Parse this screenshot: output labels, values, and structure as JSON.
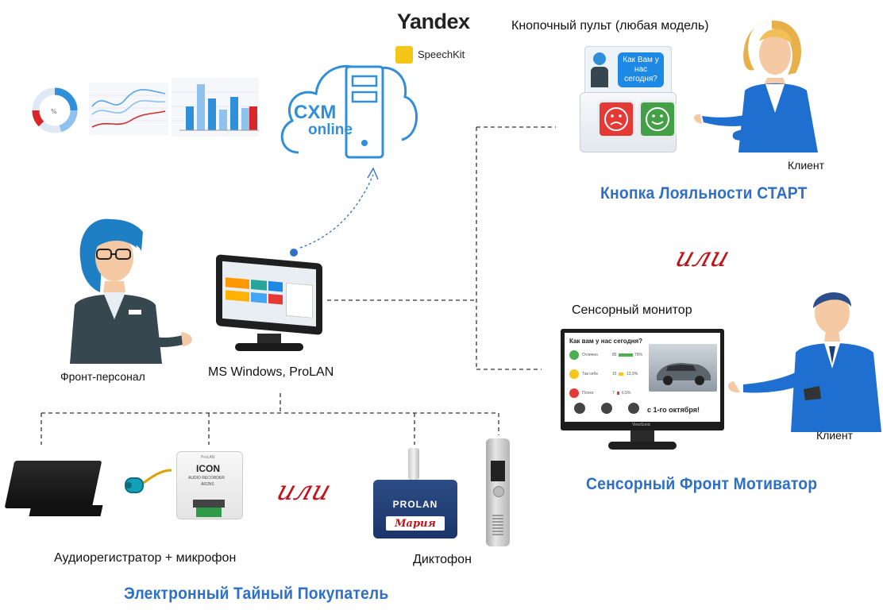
{
  "cloud": {
    "line1": "CXM",
    "line2": "online"
  },
  "yandex": {
    "logo": "Yandex",
    "speechkit": "SpeechKit"
  },
  "button_panel": {
    "title": "Кнопочный пульт (любая модель)",
    "bubble": "Как Вам у нас сегодня?",
    "client_label": "Клиент",
    "heading": "Кнопка Лояльности СТАРТ"
  },
  "or_label": "или",
  "touch_monitor": {
    "title": "Сенсорный монитор",
    "question": "Как вам у нас сегодня?",
    "rows": [
      {
        "label": "Отлично",
        "count": "85",
        "percent": "79%",
        "color": "#4caf50"
      },
      {
        "label": "Так себе",
        "count": "15",
        "percent": "13,9%",
        "color": "#f5c518"
      },
      {
        "label": "Плохо",
        "count": "7",
        "percent": "6,5%",
        "color": "#e53935"
      }
    ],
    "footer": "с 1-го октября!",
    "brand": "ViewSonic",
    "client_label": "Клиент",
    "heading": "Сенсорный Фронт Мотиватор"
  },
  "staff": {
    "label": "Фронт-персонал"
  },
  "pos": {
    "label": "MS Windows, ProLAN"
  },
  "recorder": {
    "device_title": "ICON",
    "device_sub": "AUDIO RECORDER",
    "device_model": "AR2NS",
    "device_top": "ProLAN",
    "label": "Аудиорегистратор + микрофон"
  },
  "dictaphone": {
    "badge_brand": "PROLAN",
    "badge_name": "Мария",
    "label": "Диктофон"
  },
  "bottom_heading": "Электронный Тайный Покупатель",
  "colors": {
    "accent_blue": "#2f6fc6",
    "or_red": "#c0141a",
    "line": "#333333"
  }
}
